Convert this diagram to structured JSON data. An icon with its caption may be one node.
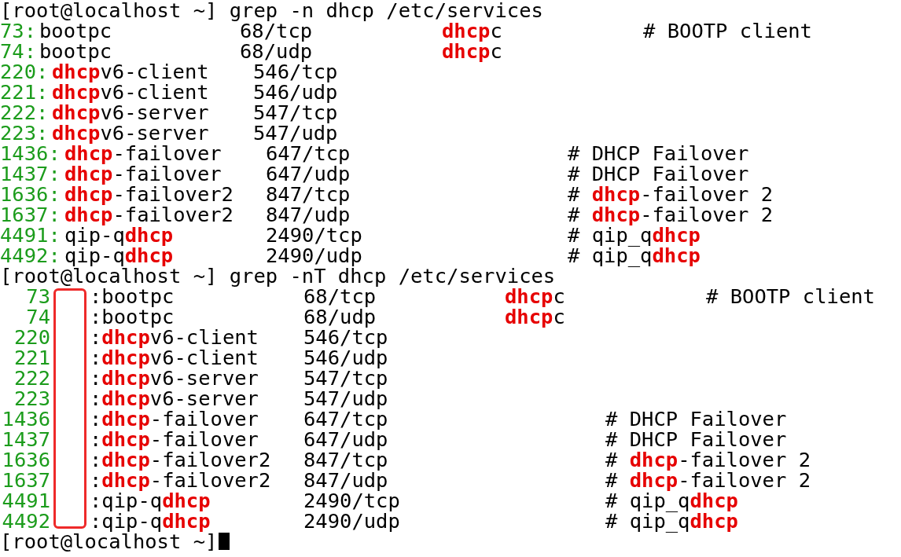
{
  "diagram": {
    "labels": [
      "[root@localhost ~] grep -n dhcp /etc/services",
      "73:",
      "bootpc",
      "68/tcp",
      "**dhcp**c",
      "# BOOTP client",
      "74:",
      "bootpc",
      "68/udp",
      "**dhcp**c",
      "220:",
      "**dhcp**v6-client",
      "546/tcp",
      "221:",
      "**dhcp**v6-client",
      "546/udp",
      "222:",
      "**dhcp**v6-server",
      "547/tcp",
      "223:",
      "**dhcp**v6-server",
      "547/udp",
      "1436:",
      "**dhcp**-failover",
      "647/tcp",
      "# DHCP Failover",
      "1437:",
      "**dhcp**-failover",
      "647/udp",
      "# DHCP Failover",
      "1636:",
      "**dhcp**-failover2",
      "847/tcp",
      "# **dhcp**-failover 2",
      "1637:",
      "**dhcp**-failover2",
      "847/udp",
      "# **dhcp**-failover 2",
      "4491:",
      "qip-q**dhcp**",
      "2490/tcp",
      "# qip_q**dhcp**",
      "4492:",
      "qip-q**dhcp**",
      "2490/udp",
      "# qip_q**dhcp**",
      "[root@localhost ~] grep -nT dhcp /etc/services",
      "73",
      ":bootpc",
      "68/tcp",
      "**dhcp**c",
      "# BOOTP client",
      "74",
      ":bootpc",
      "68/udp",
      "**dhcp**c",
      "220",
      ":**dhcp**v6-client",
      "546/tcp",
      "221",
      ":**dhcp**v6-client",
      "546/udp",
      "222",
      ":**dhcp**v6-server",
      "547/tcp",
      "223",
      ":**dhcp**v6-server",
      "547/udp",
      "1436",
      ":**dhcp**-failover",
      "647/tcp",
      "# DHCP Failover",
      "1437",
      ":**dhcp**-failover",
      "647/udp",
      "# DHCP Failover",
      "1636",
      ":**dhcp**-failover2",
      "847/tcp",
      "# **dhcp**-failover 2",
      "1637",
      ":**dhcp**-failover2",
      "847/udp",
      "# **dhcp**-failover 2",
      "4491",
      ":qip-q**dhcp**",
      "2490/tcp",
      "# qip_q**dhcp**",
      "4492",
      ":qip-q**dhcp**",
      "2490/udp",
      "# qip_q**dhcp**",
      "[root@localhost ~]"
    ]
  }
}
